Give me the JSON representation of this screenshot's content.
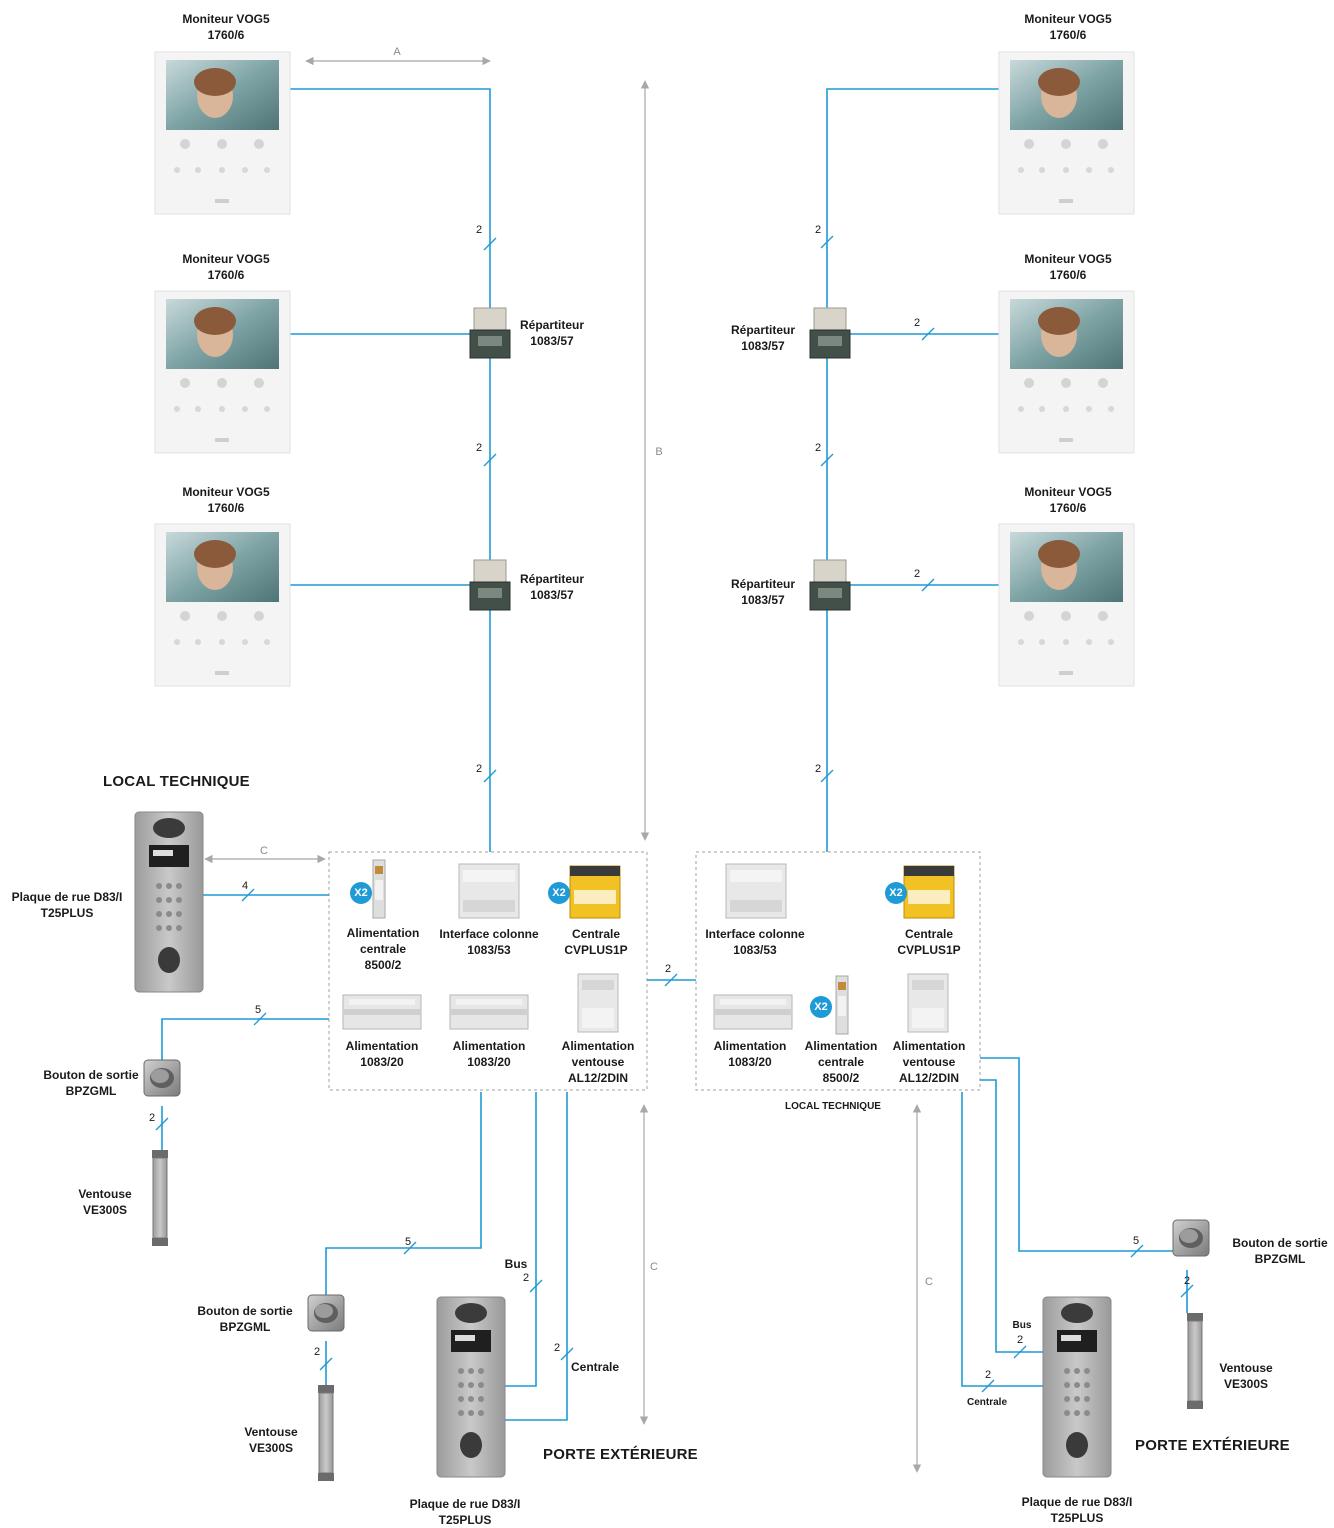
{
  "colors": {
    "wire": "#1e9ad6",
    "dim": "#a8a8a8",
    "badge": "#1e9ad6",
    "box_border": "#a0a0a0"
  },
  "monitor": {
    "line1": "Moniteur VOG5",
    "line2": "1760/6"
  },
  "repartiteur": {
    "line1": "Répartiteur",
    "line2": "1083/57"
  },
  "local_technique": {
    "title": "LOCAL TECHNIQUE",
    "caption": "LOCAL TECHNIQUE",
    "alimentation_centrale": [
      "Alimentation",
      "centrale",
      "8500/2"
    ],
    "interface_colonne": [
      "Interface colonne",
      "1083/53"
    ],
    "centrale": [
      "Centrale",
      "CVPLUS1P"
    ],
    "alimentation_1083": [
      "Alimentation",
      "1083/20"
    ],
    "alimentation_ventouse": [
      "Alimentation",
      "ventouse",
      "AL12/2DIN"
    ],
    "badge": "X2"
  },
  "plaque": {
    "line1": "Plaque de rue D83/I",
    "line2": "T25PLUS"
  },
  "bouton": {
    "line1": "Bouton de sortie",
    "line2": "BPZGML"
  },
  "ventouse": {
    "line1": "Ventouse",
    "line2": "VE300S"
  },
  "porte_exterieure": "PORTE EXTÉRIEURE",
  "wire_labels": {
    "two": "2",
    "four": "4",
    "five": "5",
    "bus": "Bus",
    "centrale": "Centrale"
  },
  "dimensions": {
    "a": "A",
    "b": "B",
    "c": "C"
  },
  "icons": [
    "video-monitor-icon",
    "distributor-icon",
    "street-panel-icon",
    "exit-button-icon",
    "magnetic-lock-icon",
    "din-module-icon"
  ]
}
